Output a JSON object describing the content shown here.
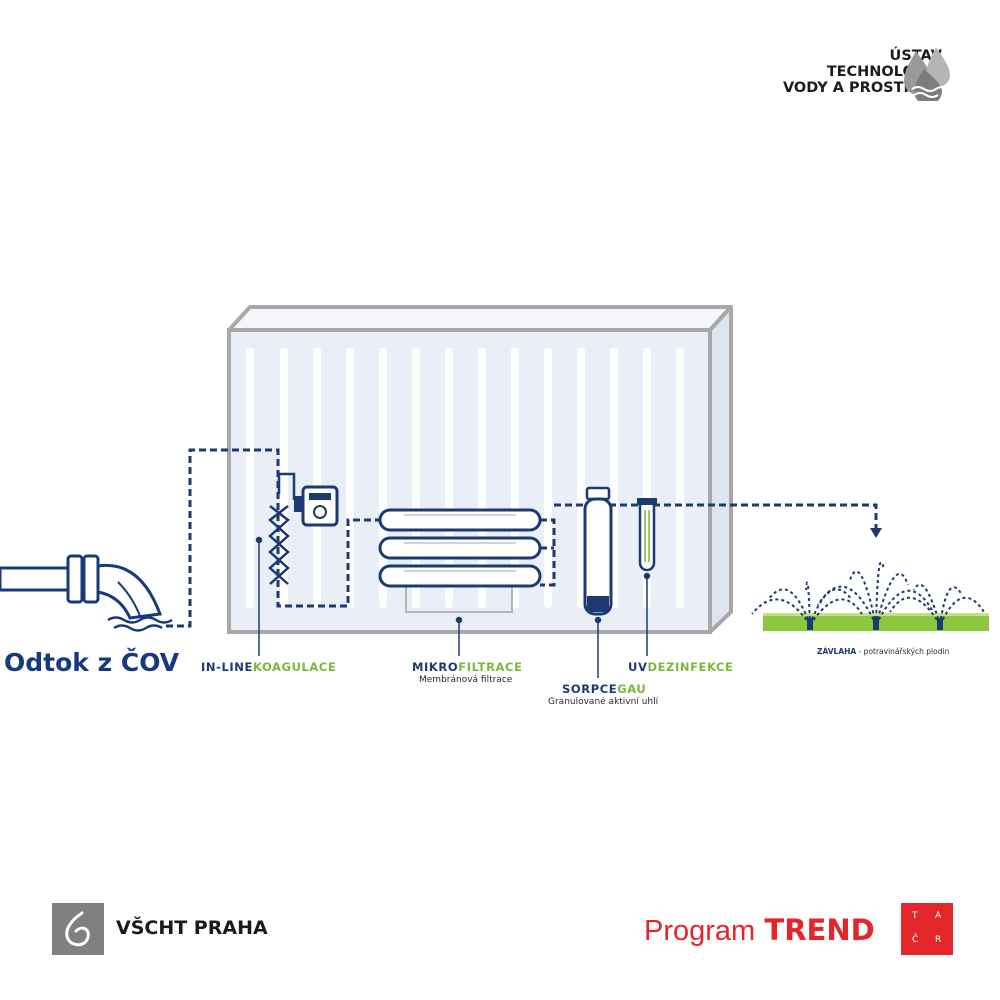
{
  "header": {
    "institute_line1": "ÚSTAV",
    "institute_line2": "TECHNOLOGIE",
    "institute_line3": "VODY A PROSTŘEDÍ",
    "logo_icon": "water-drops-icon"
  },
  "source": {
    "label": "Odtok z ČOV",
    "icon": "outlet-pipe-icon"
  },
  "stages": [
    {
      "label_a": "IN-LINE",
      "label_b": "KOAGULACE",
      "sub": ""
    },
    {
      "label_a": "MIKRO",
      "label_b": "FILTRACE",
      "sub": "Membránová filtrace"
    },
    {
      "label_a": "SORPCE",
      "label_b": "GAU",
      "sub": "Granulované aktivní uhlí"
    },
    {
      "label_a": "UV",
      "label_b": "DEZINFEKCE",
      "sub": ""
    }
  ],
  "destination": {
    "label_a": "ZÁVLAHA",
    "label_b": " - potravinářských plodin",
    "icon": "sprinkler-icon"
  },
  "footer": {
    "university": "VŠCHT PRAHA",
    "program_word": "Program",
    "program_name": "TREND",
    "agency_letters": [
      "T",
      "A",
      "Č",
      "R"
    ]
  },
  "colors": {
    "navy": "#1d3a70",
    "green": "#79b939",
    "red": "#e4262b",
    "gray": "#808080",
    "container_fill": "#e9eef7"
  }
}
